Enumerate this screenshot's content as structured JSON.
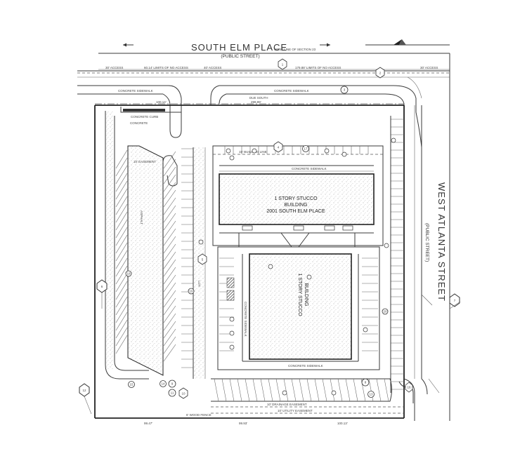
{
  "streets": {
    "north_name": "SOUTH ELM PLACE",
    "north_sub": "(PUBLIC STREET)",
    "north_note": "WEST LINE OF SECTION 23",
    "east_name": "WEST ATLANTA STREET",
    "east_sub": "(PUBLIC STREET)"
  },
  "buildings": {
    "north_line1": "1 STORY STUCCO",
    "north_line2": "BUILDING",
    "north_line3": "2001 SOUTH ELM PLACE",
    "south_line1": "1 STORY STUCCO",
    "south_line2": "BUILDING"
  },
  "notes": {
    "access_1": "30' ACCESS",
    "no_access_1": "60.14' LIMITS OF NO ACCESS",
    "access_2": "40' ACCESS",
    "no_access_2": "179.88' LIMITS OF NO ACCESS",
    "access_3": "30' ACCESS",
    "sidewalk_1": "CONCRETE SIDEWALK",
    "sidewalk_2": "CONCRETE SIDEWALK",
    "sidewalk_3": "CONCRETE SIDEWALK",
    "sidewalk_4": "CONCRETE SIDEWALK",
    "sidewalk_5": "CONCRETE SIDEWALK",
    "due_south": "DUE SOUTH",
    "dim_top": "299.99'",
    "dim_left_top": "100.14'",
    "dim_bottom_1": "99.47'",
    "dim_bottom_2": "99.93'",
    "dim_bottom_3": "100.13'",
    "easement_10": "10' EASEMENT",
    "bldg_line": "15' BUILDING LINE",
    "concrete_curb": "CONCRETE CURB",
    "concrete": "CONCRETE",
    "asphalt": "ASPHALT",
    "lot": "LOT",
    "drainage_easement": "10' DRAINAGE EASEMENT",
    "utility_easement": "10' UTILITY EASEMENT",
    "wood_fence": "6' WOOD FENCE"
  },
  "markers": {
    "m1": "1",
    "m2": "2",
    "m3": "3",
    "m4": "4",
    "m5": "5",
    "m6": "6",
    "m7": "7",
    "m8": "8",
    "m9": "9",
    "m10": "10",
    "m11": "11",
    "m12": "12",
    "m13": "13",
    "m14": "14",
    "m15": "15",
    "m16": "16",
    "m17": "17",
    "m18": "18",
    "m19": "19",
    "m20": "20"
  }
}
